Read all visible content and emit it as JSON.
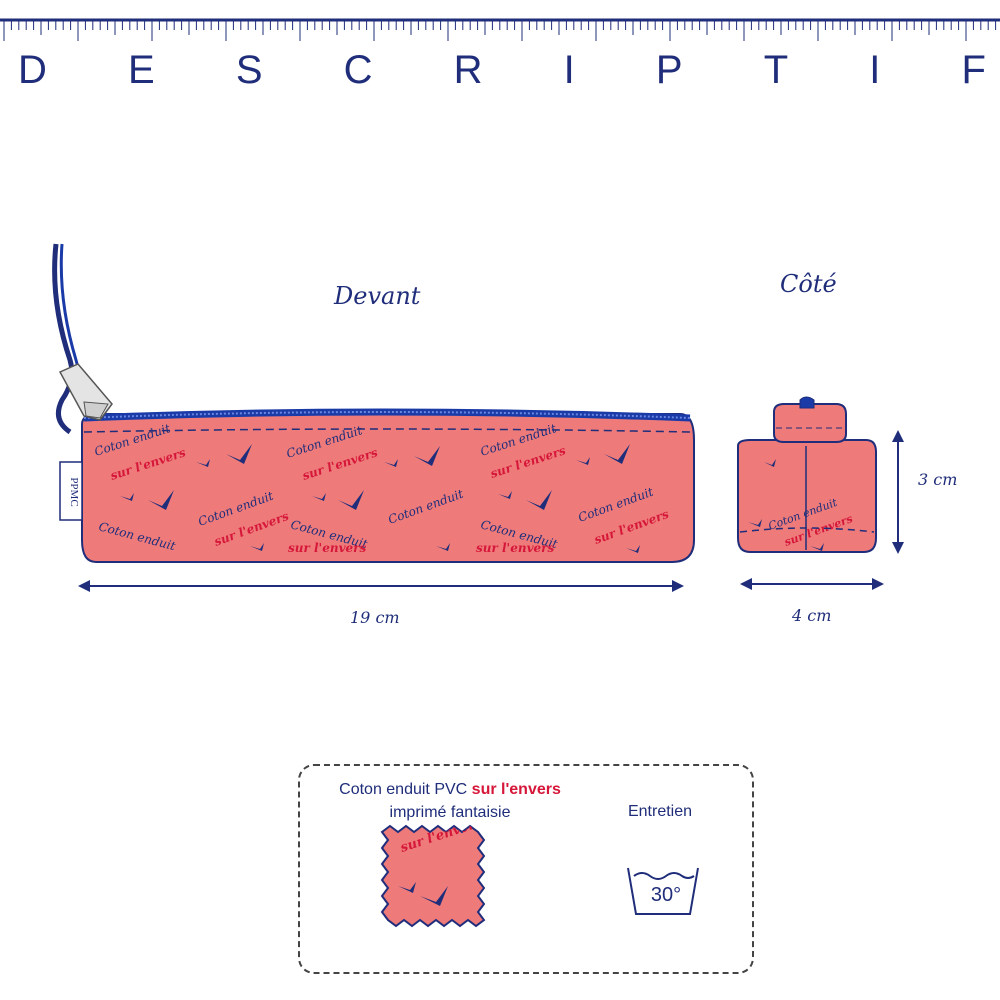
{
  "header": {
    "letters": [
      "D",
      "E",
      "S",
      "C",
      "R",
      "I",
      "P",
      "T",
      "I",
      "F"
    ]
  },
  "views": {
    "front_label": "Devant",
    "side_label": "Côté"
  },
  "dimensions": {
    "length": "19 cm",
    "depth": "4 cm",
    "height": "3 cm"
  },
  "product": {
    "tag_text": "PPMC",
    "pattern_text_1": "Coton enduit",
    "pattern_text_2": "sur l'envers"
  },
  "info": {
    "material_prefix": "Coton enduit  PVC ",
    "material_accent": "sur l'envers",
    "material_line2": "imprimé fantaisie",
    "care_label": "Entretien",
    "wash_temp": "30°"
  },
  "colors": {
    "navy": "#1f2d7a",
    "fabric": "#ee7b7a",
    "accent_red": "#d6173a",
    "zipper_blue": "#1a3aa8"
  },
  "icons": [
    "ruler-icon",
    "zipper-pull-icon",
    "wash-30-icon",
    "fabric-swatch-icon"
  ]
}
